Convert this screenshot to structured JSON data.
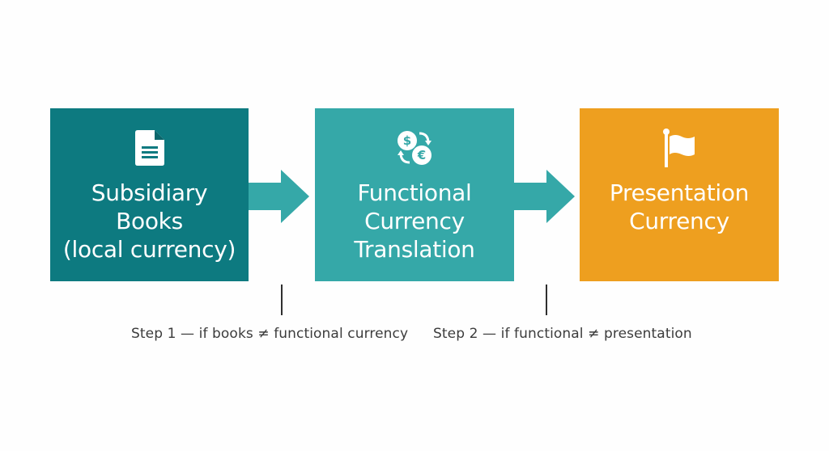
{
  "boxes": [
    {
      "icon": "document-icon",
      "color": "#0d7a80",
      "lines": [
        "Subsidiary",
        "Books",
        "(local currency)"
      ]
    },
    {
      "icon": "currency-exchange-icon",
      "color": "#35a8a8",
      "icon_symbols": [
        "$",
        "€"
      ],
      "lines": [
        "Functional",
        "Currency",
        "Translation"
      ]
    },
    {
      "icon": "flag-icon",
      "color": "#ee9f1f",
      "lines": [
        "Presentation",
        "Currency"
      ]
    }
  ],
  "arrows": [
    {
      "icon": "right-arrow-icon",
      "color": "#35a8a8"
    },
    {
      "icon": "right-arrow-icon",
      "color": "#35a8a8"
    }
  ],
  "steps": [
    {
      "label": "Step 1 — if books ≠ functional currency"
    },
    {
      "label": "Step 2 — if functional ≠ presentation"
    }
  ]
}
